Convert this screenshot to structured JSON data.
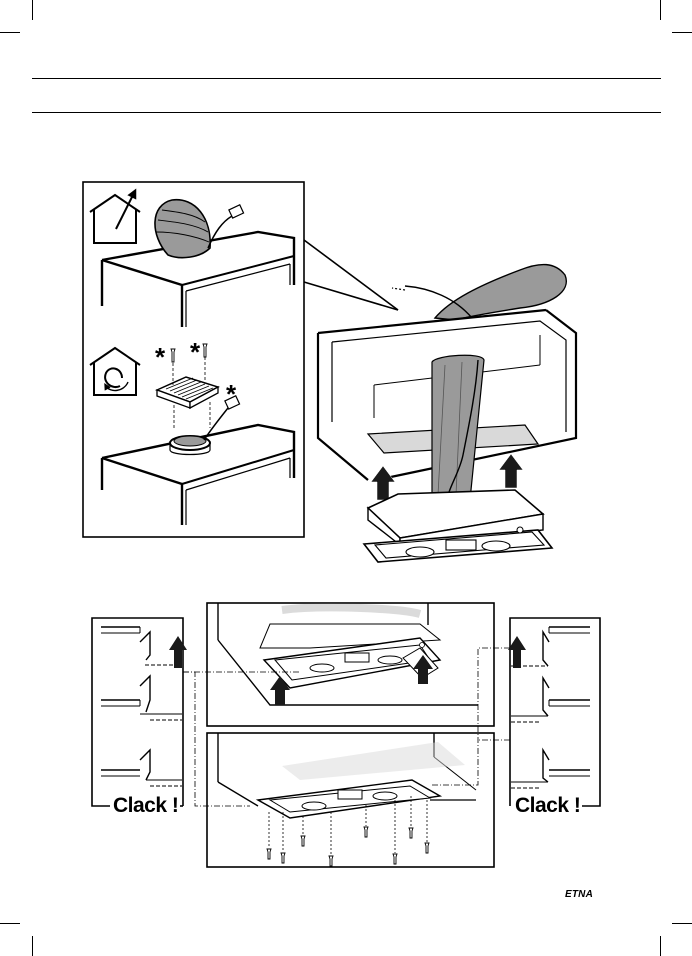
{
  "page": {
    "brand": "ETNA",
    "clack_left": "Clack !",
    "clack_right": "Clack !",
    "asterisks": [
      "*",
      "*",
      "*"
    ]
  },
  "colors": {
    "ink": "#000000",
    "duct_gray": "#9a9a9a",
    "light_gray": "#d9d9d9",
    "arrow_dark": "#1a1a1a"
  },
  "icons": [
    "house-ventilation-out-icon",
    "house-recirculation-icon",
    "arrow-up-icon",
    "screw-icon"
  ]
}
